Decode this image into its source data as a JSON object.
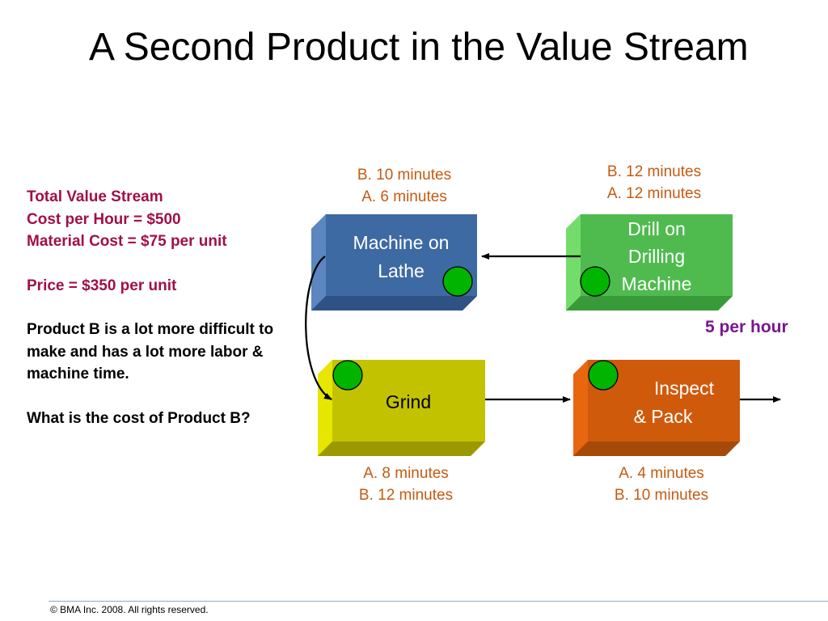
{
  "title": "A Second Product in the Value Stream",
  "left_panel": {
    "line1": "Total Value Stream",
    "line2": "Cost per Hour = $500",
    "line3": "Material Cost = $75 per unit",
    "line4": "Price = $350 per unit",
    "para1": "Product B is a lot more difficult to make and has a lot more labor & machine time.",
    "para2": "What is the cost of Product B?"
  },
  "boxes": {
    "lathe": {
      "line1": "Machine on",
      "line2": "Lathe",
      "time1": "B. 10 minutes",
      "time2": "A. 6 minutes",
      "color": "#3e6aa3"
    },
    "drill": {
      "line1": "Drill on",
      "line2": "Drilling",
      "line3": "Machine",
      "time1": "B. 12 minutes",
      "time2": "A. 12 minutes",
      "color": "#4fbb4f"
    },
    "grind": {
      "line1": "Grind",
      "time1": "A. 8 minutes",
      "time2": "B. 12 minutes",
      "color": "#c3c200"
    },
    "inspect": {
      "line1": "Inspect",
      "line2": "& Pack",
      "time1": "A. 4 minutes",
      "time2": "B. 10 minutes",
      "color": "#d05a0c"
    }
  },
  "rate": "5 per hour",
  "footer": "© BMA Inc.  2008.  All rights reserved."
}
